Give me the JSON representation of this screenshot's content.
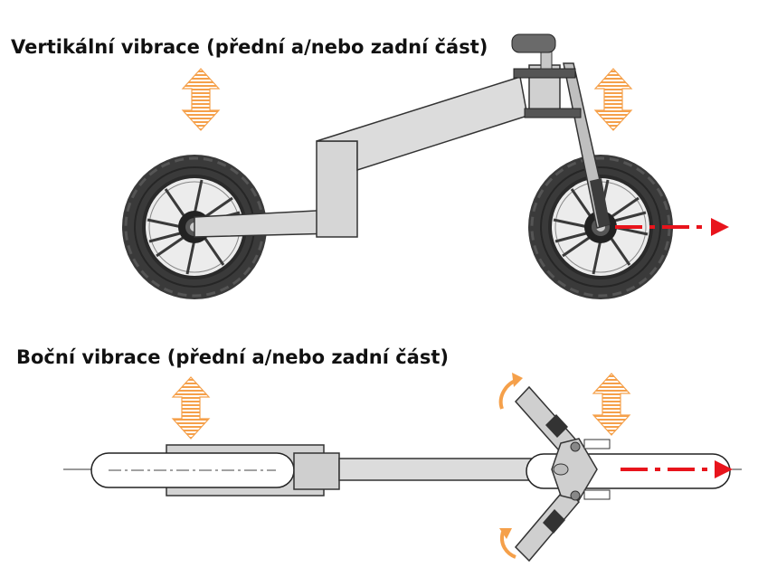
{
  "diagram": {
    "top_caption": "Vertikální vibrace (přední a/nebo zadní část)",
    "bottom_caption": "Boční vibrace (přední a/nebo zadní část)",
    "colors": {
      "vibration_arrow": "#f5a04a",
      "direction_arrow": "#e8141c",
      "frame": "#dcdcdc",
      "tire": "#3a3a3a"
    },
    "views": [
      "side-view",
      "top-view"
    ]
  }
}
